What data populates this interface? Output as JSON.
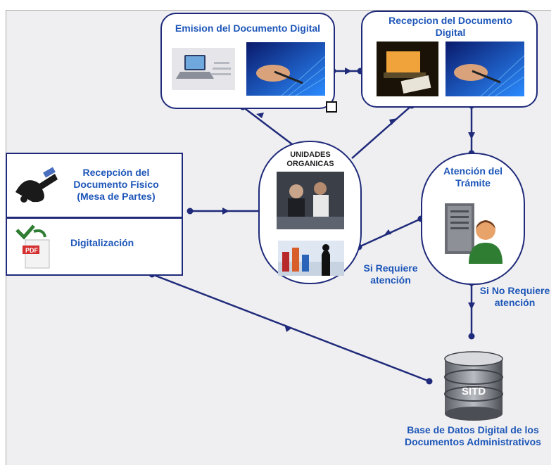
{
  "nodes": {
    "emision": "Emision del Documento Digital",
    "recepcion_digital": "Recepcion del Documento Digital",
    "unidades": "UNIDADES ORGANICAS",
    "recepcion_fisico": "Recepción del Documento Físico (Mesa de Partes)",
    "digitalizacion": "Digitalización",
    "atencion": "Atención del Trámite",
    "db_label": "SITD",
    "base_datos": "Base de Datos Digital de los Documentos Administrativos"
  },
  "edges": {
    "si_requiere": "Si Requiere atención",
    "si_no_requiere": "Si No Requiere atención"
  },
  "icons": {
    "pdf": "PDF"
  },
  "colors": {
    "line": "#1f2a7a",
    "text": "#1d56b8",
    "frame": "#efeff1"
  }
}
